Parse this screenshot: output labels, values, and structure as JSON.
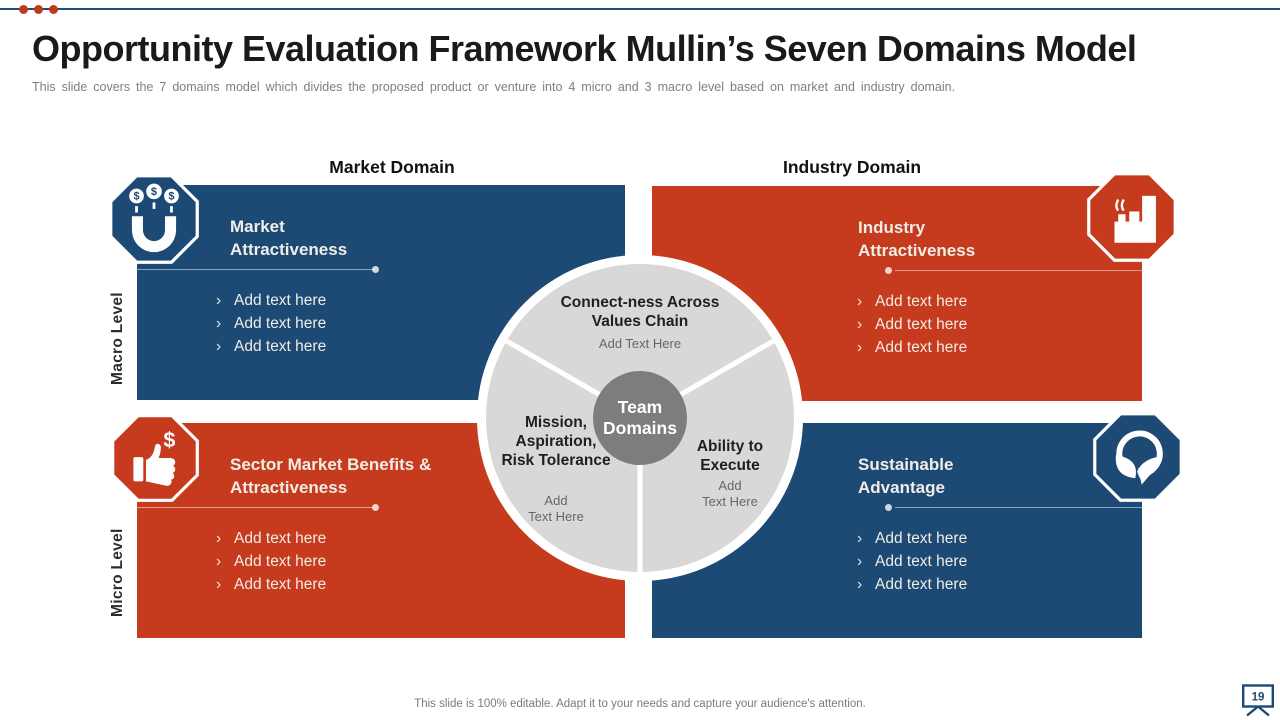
{
  "slide": {
    "title": "Opportunity Evaluation Framework Mullin’s Seven Domains Model",
    "subtitle": "This slide covers the 7 domains model which divides the proposed product or venture into 4 micro and 3 macro level based on market and industry domain.",
    "footer": "This slide is 100% editable.  Adapt it to your needs and capture your audience's attention.",
    "page_number": "19",
    "bullet_glyph": "›"
  },
  "column_headers": {
    "market": "Market Domain",
    "industry": "Industry Domain"
  },
  "row_labels": {
    "macro": "Macro Level",
    "micro": "Micro Level"
  },
  "quadrants": [
    {
      "title": "Market Attractiveness",
      "icon": "magnet-dollar-icon",
      "bullets": [
        "Add text here",
        "Add text here",
        "Add text here"
      ]
    },
    {
      "title": "Industry Attractiveness",
      "icon": "factory-icon",
      "bullets": [
        "Add text here",
        "Add text here",
        "Add text here"
      ]
    },
    {
      "title": "Sector Market Benefits & Attractiveness",
      "icon": "thumbs-up-dollar-icon",
      "bullets": [
        "Add text here",
        "Add text here",
        "Add text here"
      ]
    },
    {
      "title": "Sustainable Advantage",
      "icon": "eco-leaves-icon",
      "bullets": [
        "Add text here",
        "Add text here",
        "Add text here"
      ]
    }
  ],
  "center_wheel": {
    "hub_label": "Team Domains",
    "segments": [
      {
        "label": "Connect-ness Across Values Chain",
        "placeholder": "Add Text Here"
      },
      {
        "label": "Mission, Aspiration, Risk Tolerance",
        "placeholder": "Add\nText Here"
      },
      {
        "label": "Ability to Execute",
        "placeholder": "Add\nText Here"
      }
    ]
  },
  "colors": {
    "navy": "#1c4a74",
    "red": "#c63b1e",
    "wheel_gray": "#d8d8d8",
    "hub_gray": "#7d7d7d",
    "accent_line_navy": "#1f4e79",
    "accent_dot_red": "#c0391b"
  }
}
